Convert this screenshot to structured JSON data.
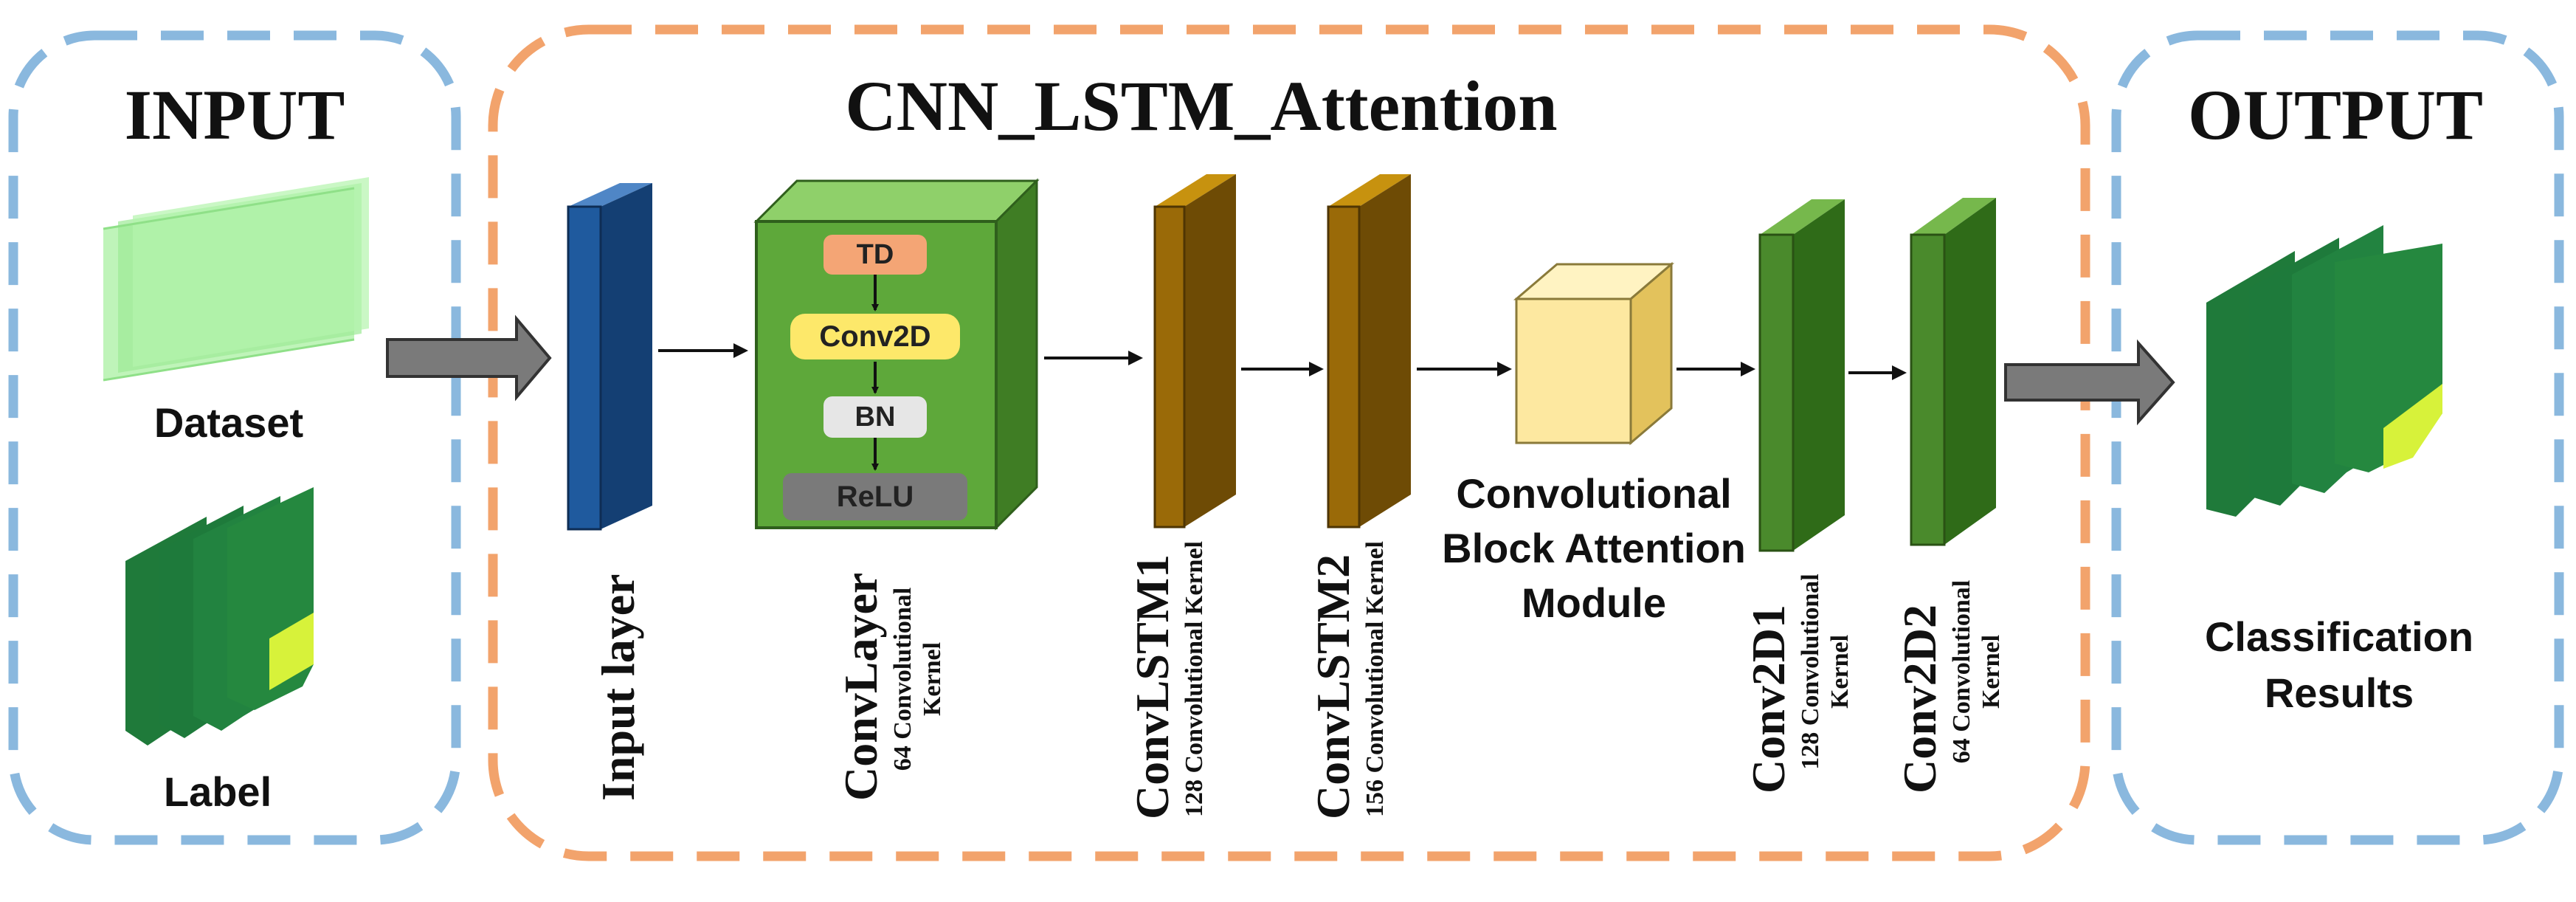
{
  "sections": {
    "input": {
      "title": "INPUT",
      "items": [
        "Dataset",
        "Label"
      ]
    },
    "model": {
      "title": "CNN_LSTM_Attention"
    },
    "output": {
      "title": "OUTPUT",
      "result_label": "Classification Results"
    }
  },
  "layers": {
    "input_layer": {
      "name": "Input layer"
    },
    "conv_layer": {
      "name": "ConvLayer",
      "detail": "64 Convolutional Kernel",
      "inner_steps": [
        "TD",
        "Conv2D",
        "BN",
        "ReLU"
      ]
    },
    "convlstm1": {
      "name": "ConvLSTM1",
      "detail": "128 Convolutional Kernel"
    },
    "convlstm2": {
      "name": "ConvLSTM2",
      "detail": "156 Convolutional Kernel"
    },
    "cbam": {
      "name": "Convolutional Block Attention Module"
    },
    "conv2d1": {
      "name": "Conv2D1",
      "detail": "128 Convolutional Kernel"
    },
    "conv2d2": {
      "name": "Conv2D2",
      "detail": "64 Convolutional Kernel"
    }
  },
  "colors": {
    "input_border": "#8ab8de",
    "model_border": "#f2a36c",
    "input_layer_block": "#1f5a9e",
    "conv_block": "#5ea83a",
    "lstm_block": "#9a6a08",
    "cbam_block": "#fde8a0",
    "conv2d_block": "#4a8a2c",
    "td": "#f4a575",
    "conv2d_pill": "#fde86a",
    "bn": "#e6e6e6",
    "relu": "#7a7a7a"
  }
}
